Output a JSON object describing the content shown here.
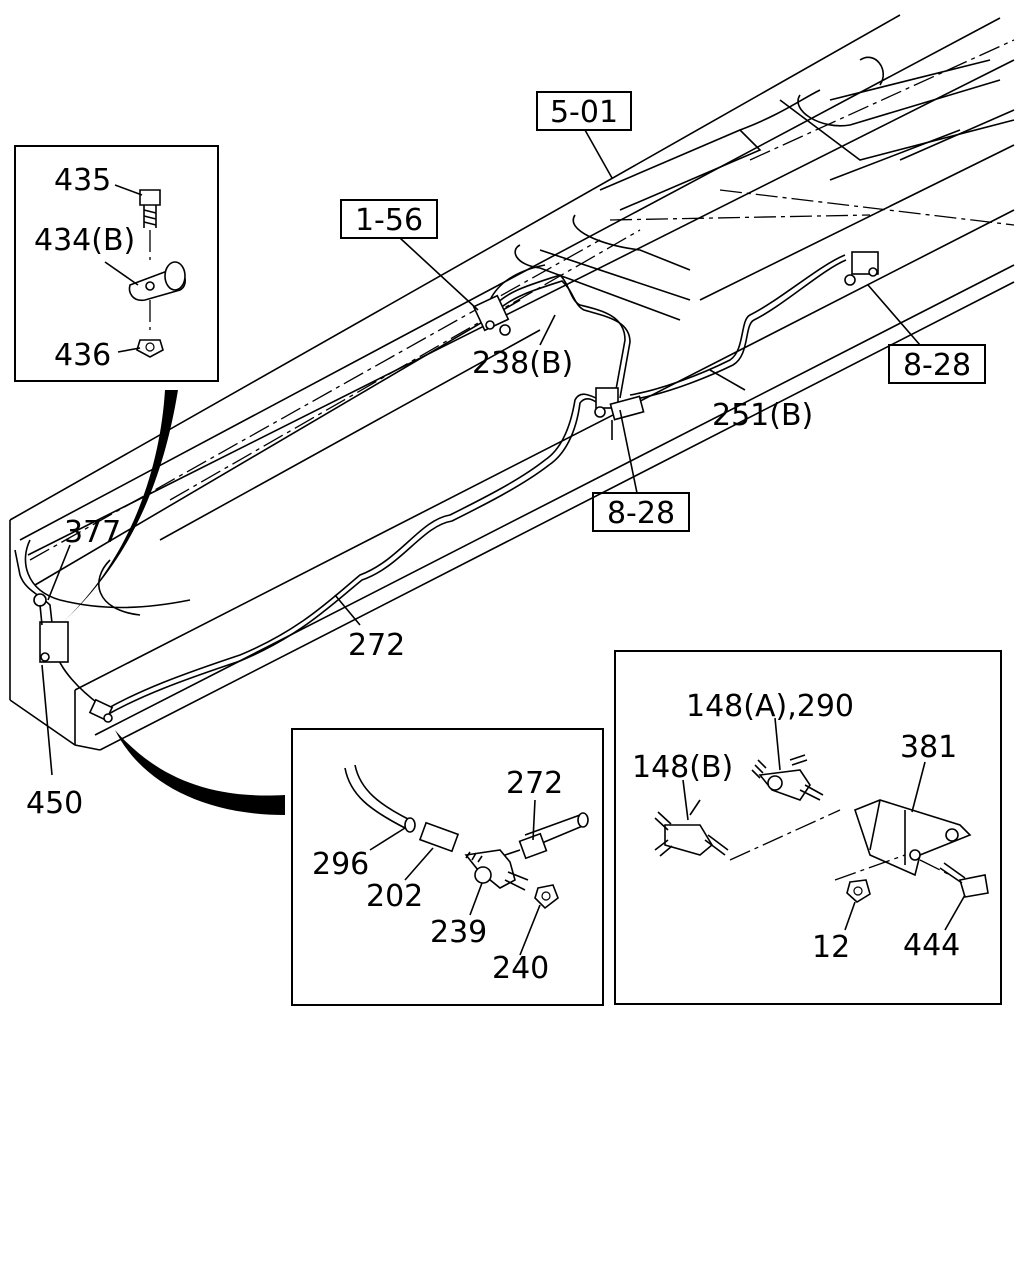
{
  "refs": {
    "r501": "5-01",
    "r156": "1-56",
    "r828a": "8-28",
    "r828b": "8-28"
  },
  "labels": {
    "l435": "435",
    "l434b": "434(B)",
    "l436": "436",
    "l377": "377",
    "l450": "450",
    "l238b": "238(B)",
    "l251b": "251(B)",
    "l272main": "272",
    "l296": "296",
    "l202": "202",
    "l239": "239",
    "l240": "240",
    "l272inset": "272",
    "l148a290": "148(A),290",
    "l148b": "148(B)",
    "l381": "381",
    "l12": "12",
    "l444": "444"
  }
}
